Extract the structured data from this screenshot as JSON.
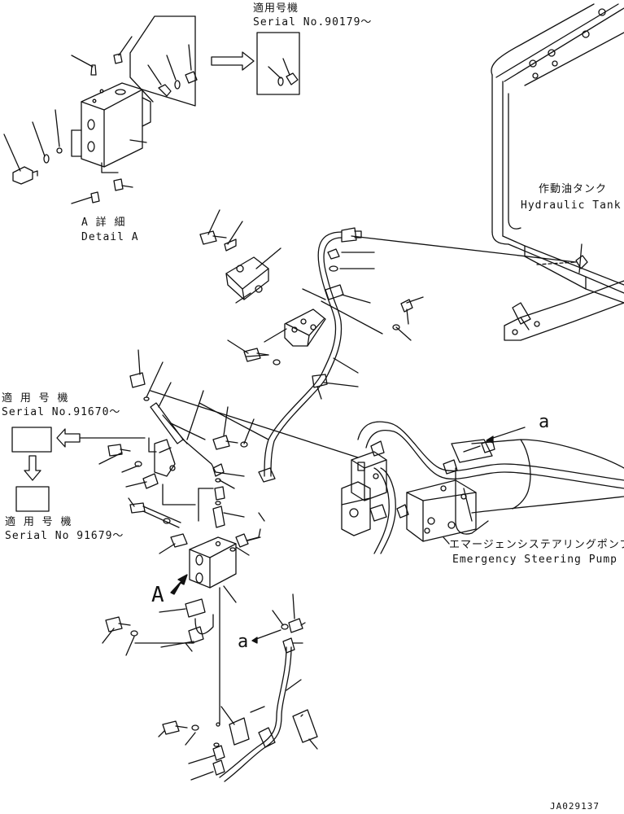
{
  "detail_a": {
    "title_ja": "A 詳 細",
    "title_en": "Detail A"
  },
  "serial_top": {
    "label_ja": "適用号機",
    "label_en": "Serial No.90179～"
  },
  "serial_left_1": {
    "label_ja": "適 用 号 機",
    "label_en": "Serial No.91670～"
  },
  "serial_left_2": {
    "label_ja": "適 用 号 機",
    "label_en": "Serial No 91679～"
  },
  "tank": {
    "label_ja": "作動油タンク",
    "label_en": "Hydraulic Tank"
  },
  "pump": {
    "label_ja": "エマージェンシステアリングポンプ",
    "label_en": "Emergency Steering Pump"
  },
  "markers": {
    "a_right": "a",
    "a_left": "a",
    "big_a": "A"
  },
  "drawing_code": "JA029137",
  "colors": {
    "line": "#111111",
    "background": "#ffffff"
  }
}
